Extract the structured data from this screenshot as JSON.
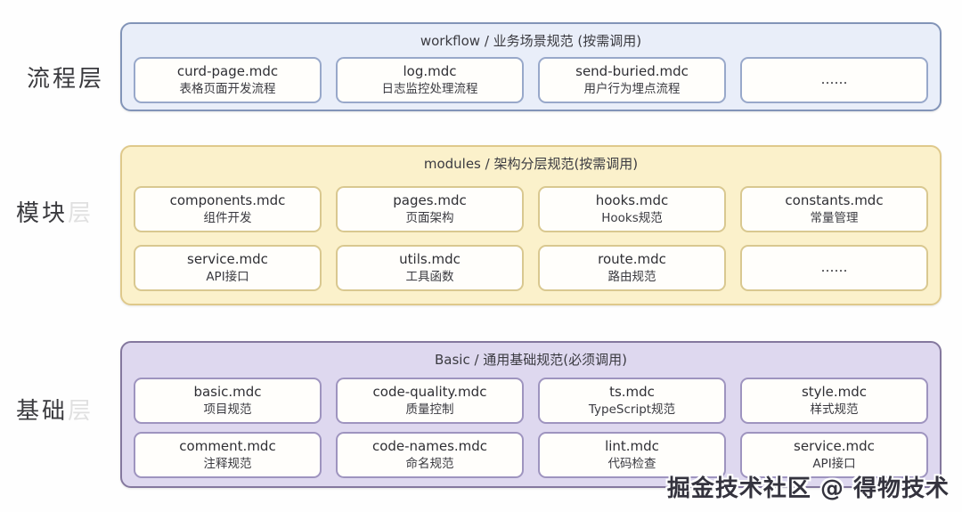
{
  "watermark": "掘金技术社区 @ 得物技术",
  "colors": {
    "workflow_bg": "#e9eef9",
    "workflow_border": "#8294b8",
    "workflow_card_border": "#98a8ca",
    "modules_bg": "#fbf1cb",
    "modules_border": "#dfc98b",
    "modules_card_border": "#d9c890",
    "basic_bg": "#ded8ef",
    "basic_border": "#84789e",
    "basic_card_border": "#9e94bf",
    "card_bg": "#fffefb"
  },
  "layers": [
    {
      "label": "流程层",
      "label_faded": "",
      "title": "workflow / 业务场景规范 (按需调用)",
      "rows": [
        [
          {
            "title": "curd-page.mdc",
            "subtitle": "表格页面开发流程"
          },
          {
            "title": "log.mdc",
            "subtitle": "日志监控处理流程"
          },
          {
            "title": "send-buried.mdc",
            "subtitle": "用户行为埋点流程"
          },
          {
            "title": "……",
            "subtitle": ""
          }
        ]
      ]
    },
    {
      "label": "模块",
      "label_faded": "层",
      "title": "modules / 架构分层规范(按需调用)",
      "rows": [
        [
          {
            "title": "components.mdc",
            "subtitle": "组件开发"
          },
          {
            "title": "pages.mdc",
            "subtitle": "页面架构"
          },
          {
            "title": "hooks.mdc",
            "subtitle": "Hooks规范"
          },
          {
            "title": "constants.mdc",
            "subtitle": "常量管理"
          }
        ],
        [
          {
            "title": "service.mdc",
            "subtitle": "API接口"
          },
          {
            "title": "utils.mdc",
            "subtitle": "工具函数"
          },
          {
            "title": "route.mdc",
            "subtitle": "路由规范"
          },
          {
            "title": "……",
            "subtitle": ""
          }
        ]
      ]
    },
    {
      "label": "基础",
      "label_faded": "层",
      "title": "Basic / 通用基础规范(必须调用)",
      "rows": [
        [
          {
            "title": "basic.mdc",
            "subtitle": "项目规范"
          },
          {
            "title": "code-quality.mdc",
            "subtitle": "质量控制"
          },
          {
            "title": "ts.mdc",
            "subtitle": "TypeScript规范"
          },
          {
            "title": "style.mdc",
            "subtitle": "样式规范"
          }
        ],
        [
          {
            "title": "comment.mdc",
            "subtitle": "注释规范"
          },
          {
            "title": "code-names.mdc",
            "subtitle": "命名规范"
          },
          {
            "title": "lint.mdc",
            "subtitle": "代码检查"
          },
          {
            "title": "service.mdc",
            "subtitle": "API接口"
          }
        ]
      ]
    }
  ]
}
